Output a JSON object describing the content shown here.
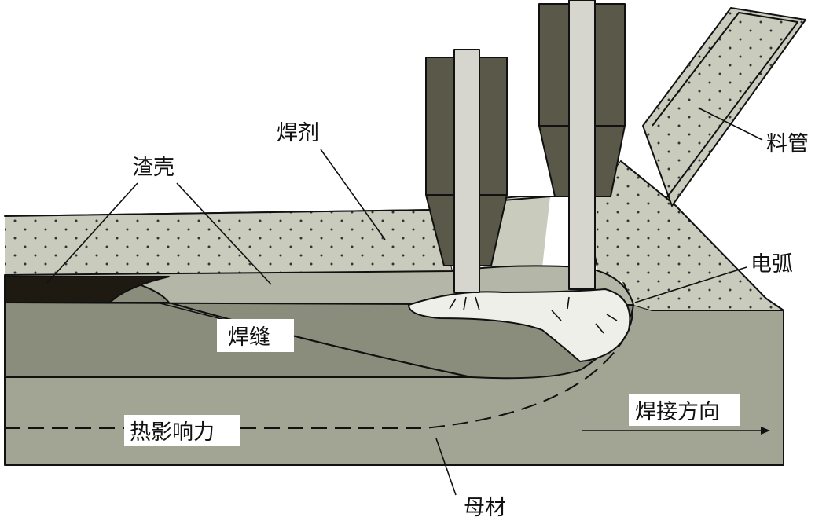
{
  "labels": {
    "flux": "焊剂",
    "slag": "渣壳",
    "feed_tube": "料管",
    "arc": "电弧",
    "weld": "焊缝",
    "welding_direction": "焊接方向",
    "haz": "热影响力",
    "base_metal": "母材"
  },
  "colors": {
    "flux": "#c9cbbd",
    "base_metal": "#a2a594",
    "weld_bead": "#8b8d7c",
    "slag": "#1e1a12",
    "nozzle": "#5a5848",
    "electrode": "#d6d6cf",
    "arc": "#efefe9",
    "outline": "#111111"
  }
}
